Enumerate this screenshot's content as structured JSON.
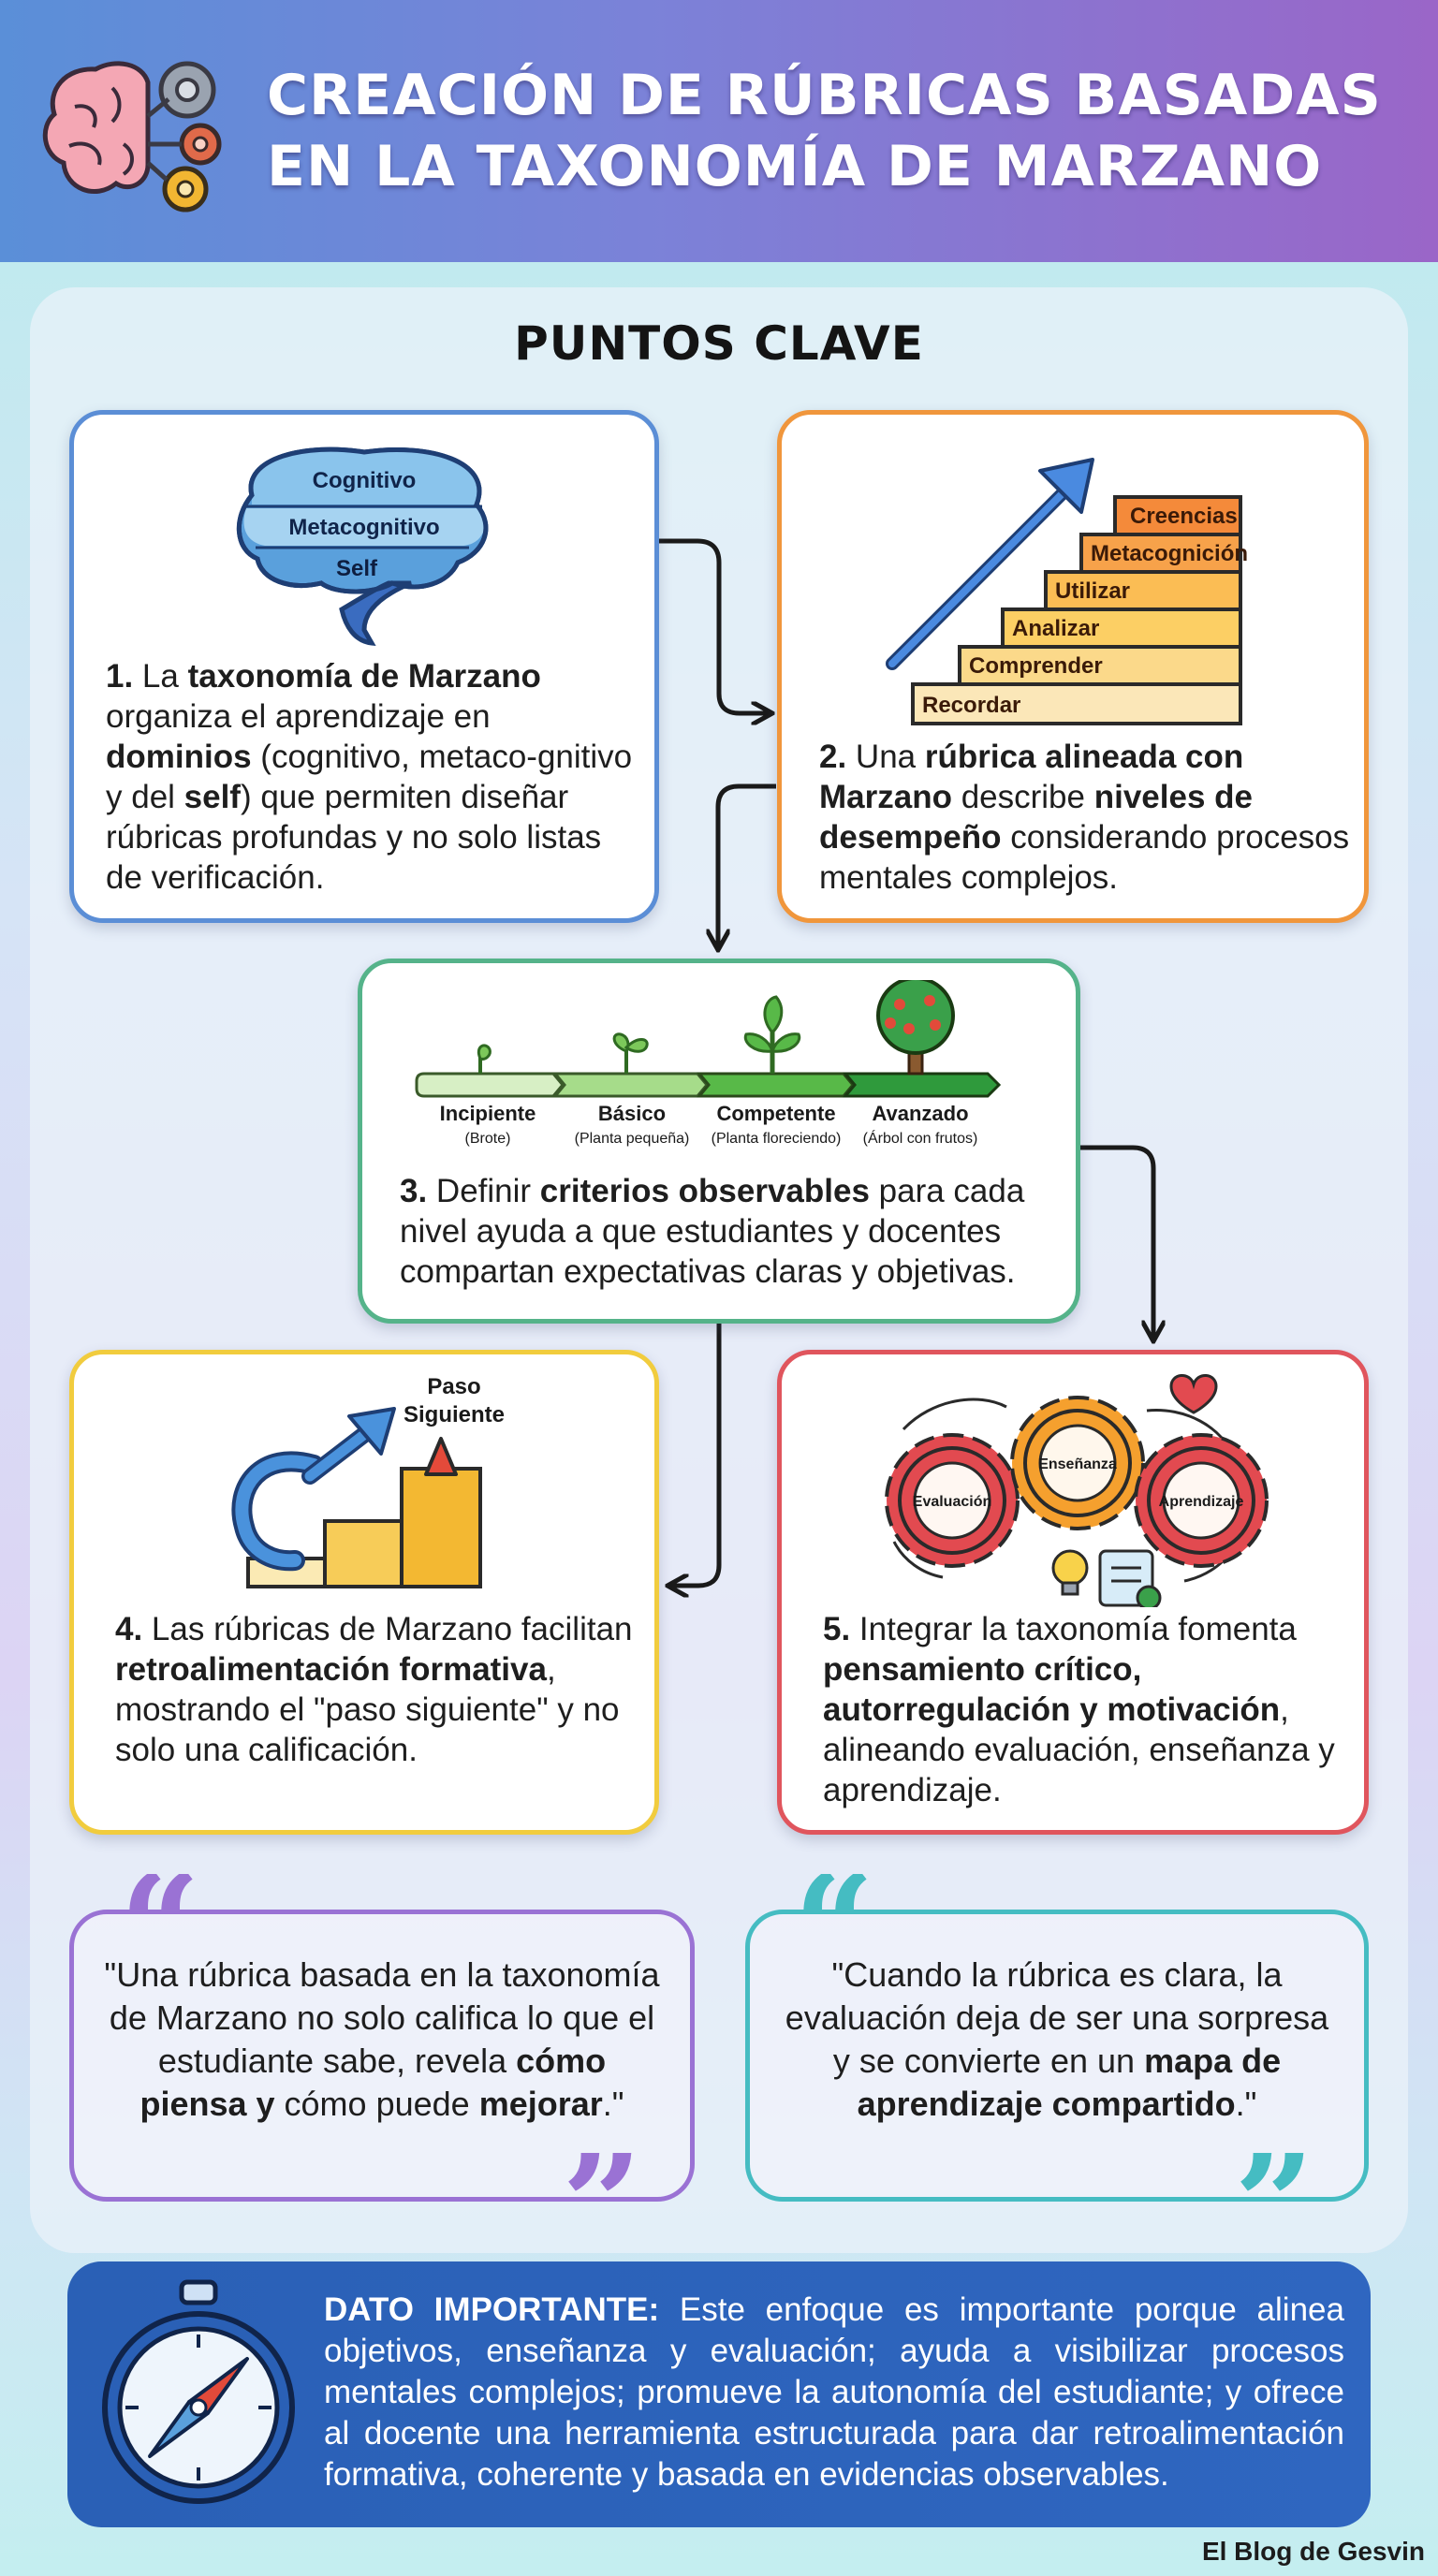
{
  "header": {
    "title_line1": "CREACIÓN DE RÚBRICAS BASADAS",
    "title_line2": "EN LA TAXONOMÍA DE MARZANO",
    "icon": "brain-gears-icon"
  },
  "section_title": "PUNTOS CLAVE",
  "cards": [
    {
      "id": 1,
      "illustration": {
        "icon": "brain-layers-icon",
        "labels": [
          "Cognitivo",
          "Metacognitivo",
          "Self"
        ]
      },
      "text": [
        {
          "t": "1. ",
          "b": true
        },
        {
          "t": "La "
        },
        {
          "t": "taxonomía de Marzano",
          "b": true
        },
        {
          "t": " organiza el aprendizaje en "
        },
        {
          "t": "dominios",
          "b": true
        },
        {
          "t": " (cognitivo, metaco-gnitivo y del "
        },
        {
          "t": "self",
          "b": true
        },
        {
          "t": ") que permiten diseñar rúbricas profundas y no solo listas de verificación."
        }
      ]
    },
    {
      "id": 2,
      "illustration": {
        "icon": "staircase-arrow-icon",
        "labels": [
          "Creencias",
          "Metacognición",
          "Utilizar",
          "Analizar",
          "Comprender",
          "Recordar"
        ]
      },
      "text": [
        {
          "t": "2. ",
          "b": true
        },
        {
          "t": "Una "
        },
        {
          "t": "rúbrica alineada con Marzano",
          "b": true
        },
        {
          "t": " describe "
        },
        {
          "t": "niveles de desempeño",
          "b": true
        },
        {
          "t": " considerando procesos mentales complejos."
        }
      ]
    },
    {
      "id": 3,
      "illustration": {
        "icon": "growth-stages-icon",
        "stages": [
          {
            "name": "Incipiente",
            "note": "(Brote)"
          },
          {
            "name": "Básico",
            "note": "(Planta pequeña)"
          },
          {
            "name": "Competente",
            "note": "(Planta floreciendo)"
          },
          {
            "name": "Avanzado",
            "note": "(Árbol con frutos)"
          }
        ]
      },
      "text": [
        {
          "t": "3. ",
          "b": true
        },
        {
          "t": "Definir "
        },
        {
          "t": "criterios observables",
          "b": true
        },
        {
          "t": " para cada nivel ayuda a que estudiantes y docentes compartan expectativas claras y objetivas."
        }
      ]
    },
    {
      "id": 4,
      "illustration": {
        "icon": "next-step-bars-icon",
        "label": "Paso Siguiente"
      },
      "text": [
        {
          "t": "4. ",
          "b": true
        },
        {
          "t": "Las rúbricas de Marzano facilitan "
        },
        {
          "t": "retroalimentación formativa",
          "b": true
        },
        {
          "t": ", mostrando el \"paso siguiente\" y no solo una calificación."
        }
      ]
    },
    {
      "id": 5,
      "illustration": {
        "icon": "gears-cycle-icon",
        "labels": [
          "Evaluación",
          "Enseñanza",
          "Aprendizaje"
        ]
      },
      "text": [
        {
          "t": "5. ",
          "b": true
        },
        {
          "t": "Integrar la taxonomía fomenta "
        },
        {
          "t": "pensamiento crítico, autorregulación y motivación",
          "b": true
        },
        {
          "t": ", alineando evaluación, enseñanza y aprendizaje."
        }
      ]
    }
  ],
  "quotes": [
    {
      "color": "#9a72d4",
      "text": [
        {
          "t": "\"Una rúbrica basada en la taxonomía de Marzano no solo califica lo que el estudiante sabe, revela "
        },
        {
          "t": "cómo piensa y",
          "b": true
        },
        {
          "t": " cómo puede "
        },
        {
          "t": "mejorar",
          "b": true
        },
        {
          "t": ".\""
        }
      ]
    },
    {
      "color": "#45bcc2",
      "text": [
        {
          "t": "\"Cuando la rúbrica es clara, la evaluación deja de ser una sorpresa y se convierte en un "
        },
        {
          "t": "mapa de aprendizaje compartido",
          "b": true
        },
        {
          "t": ".\""
        }
      ]
    }
  ],
  "dato": {
    "icon": "compass-icon",
    "label": "DATO IMPORTANTE:",
    "text": "Este enfoque es importante porque alinea objetivos, enseñanza y evaluación; ayuda a visibilizar procesos mentales complejos; promueve la autonomía del estudiante; y ofrece al docente una herramienta estructurada para dar retroalimentación formativa, coherente y basada en evidencias observables."
  },
  "footer": "El Blog de Gesvin"
}
